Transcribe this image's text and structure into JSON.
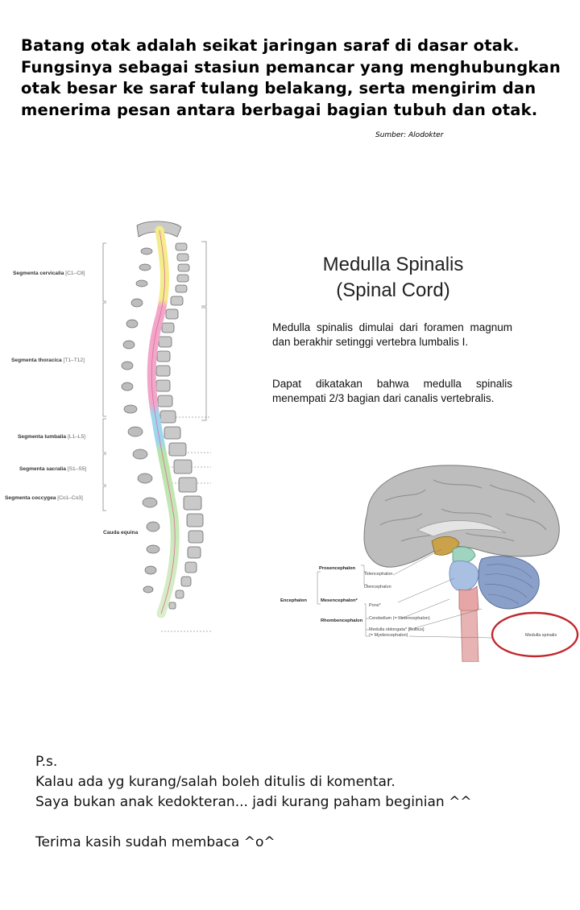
{
  "intro": {
    "lines": [
      "Batang otak adalah seikat jaringan saraf di dasar otak.",
      "Fungsinya sebagai stasiun pemancar yang menghubungkan",
      "otak besar ke saraf tulang belakang, serta mengirim dan",
      "menerima pesan antara berbagai bagian tubuh dan otak."
    ],
    "source": "Sumber: Alodokter"
  },
  "spine_figure": {
    "segments": [
      {
        "name": "Segmenta cervicalia",
        "range": "[C1–C8]"
      },
      {
        "name": "Segmenta thoracica",
        "range": "[T1–T12]"
      },
      {
        "name": "Segmenta lumbalia",
        "range": "[L1–L5]"
      },
      {
        "name": "Segmenta sacralia",
        "range": "[S1–S5]"
      },
      {
        "name": "Segmenta coccygea",
        "range": "[Co1–Co3]"
      }
    ],
    "cauda": "Cauda equina"
  },
  "spinal_cord": {
    "title_line1": "Medulla Spinalis",
    "title_line2": "(Spinal Cord)",
    "para1": "Medulla spinalis dimulai dari foramen magnum dan berakhir setinggi vertebra lumbalis I.",
    "para2": "Dapat dikatakan bahwa medulla spinalis menempati 2/3 bagian dari canalis vertebralis."
  },
  "brain_figure": {
    "encephalon": "Encephalon",
    "prosencephalon": "Prosencephalon",
    "mesencephalon": "Mesencephalon*",
    "rhombencephalon": "Rhombencephalon",
    "telencephalon": "Telencephalon",
    "diencephalon": "Diencephalon",
    "pons": "Pons*",
    "cerebellum": "Cerebellum (= Metencephalon)",
    "medulla_oblongata_1": "Medulla oblongata* [Bulbus]",
    "medulla_oblongata_2": "(= Myelencephalon)",
    "medulla_spinalis": "Medulla spinalis",
    "highlight_color": "#c0282d"
  },
  "postscript": {
    "lines": [
      "P.s.",
      "Kalau ada yg kurang/salah boleh ditulis di komentar.",
      "Saya bukan anak kedokteran... jadi kurang paham beginian ^^",
      "",
      "Terima kasih sudah membaca ^o^"
    ]
  }
}
